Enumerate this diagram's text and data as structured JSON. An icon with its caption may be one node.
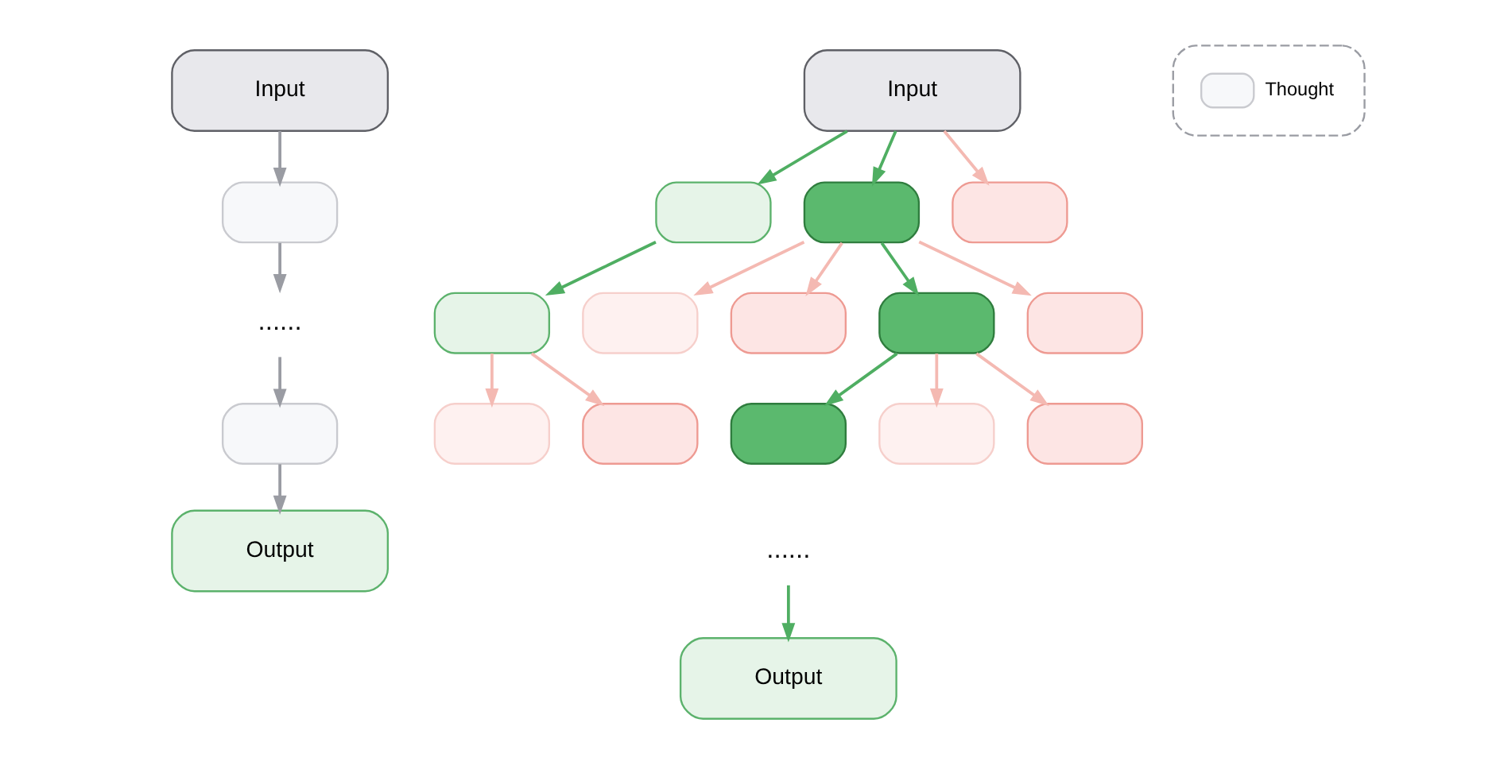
{
  "diagram": {
    "nodes": [
      {
        "text": [
          "Input"
        ]
      },
      {
        "text": [],
        "shape": "box"
      },
      {
        "text": [
          "......"
        ]
      },
      {
        "text": [],
        "shape": "box"
      },
      {
        "text": [
          "Output"
        ]
      },
      {
        "text": [
          "Input"
        ]
      },
      {
        "text": [],
        "shape": "box"
      },
      {
        "text": [],
        "shape": "box"
      },
      {
        "text": [],
        "shape": "box"
      },
      {
        "text": [],
        "shape": "box"
      },
      {
        "text": [],
        "shape": "box"
      },
      {
        "text": [],
        "shape": "box"
      },
      {
        "text": [],
        "shape": "box"
      },
      {
        "text": [],
        "shape": "box"
      },
      {
        "text": [],
        "shape": "box"
      },
      {
        "text": [],
        "shape": "box"
      },
      {
        "text": [],
        "shape": "box"
      },
      {
        "text": [],
        "shape": "box"
      },
      {
        "text": [],
        "shape": "box"
      },
      {
        "text": [
          "......"
        ]
      },
      {
        "text": [
          "Output"
        ]
      }
    ],
    "edges": [
      {
        "from": 0,
        "to": 1,
        "arrow": "to",
        "color": "#9a9ca3"
      },
      {
        "from": 1,
        "to": 2,
        "arrow": "to",
        "color": "#9a9ca3"
      },
      {
        "from": 2,
        "to": 3,
        "arrow": "to",
        "color": "#9a9ca3"
      },
      {
        "from": 3,
        "to": 4,
        "arrow": "to",
        "color": "#9a9ca3"
      },
      {
        "from": 5,
        "to": 6,
        "arrow": "to",
        "color": "#4fae62"
      },
      {
        "from": 5,
        "to": 7,
        "arrow": "to",
        "color": "#4fae62"
      },
      {
        "from": 5,
        "to": 8,
        "arrow": "to"
      },
      {
        "from": 6,
        "to": 9,
        "arrow": "to",
        "color": "#4fae62"
      },
      {
        "from": 7,
        "to": 10,
        "arrow": "to"
      },
      {
        "from": 7,
        "to": 11,
        "arrow": "to"
      },
      {
        "from": 7,
        "to": 12,
        "arrow": "to",
        "color": "#4fae62"
      },
      {
        "from": 7,
        "to": 13,
        "arrow": "to"
      },
      {
        "from": 9,
        "to": 14,
        "arrow": "to"
      },
      {
        "from": 9,
        "to": 15,
        "arrow": "to"
      },
      {
        "from": 12,
        "to": 16,
        "arrow": "to",
        "color": "#4fae62"
      },
      {
        "from": 12,
        "to": 17,
        "arrow": "to"
      },
      {
        "from": 12,
        "to": 18,
        "arrow": "to"
      },
      {
        "from": 19,
        "to": 20,
        "arrow": "to",
        "color": "#4fae62"
      }
    ],
    "legend": [
      {
        "text": "Thought"
      }
    ]
  }
}
